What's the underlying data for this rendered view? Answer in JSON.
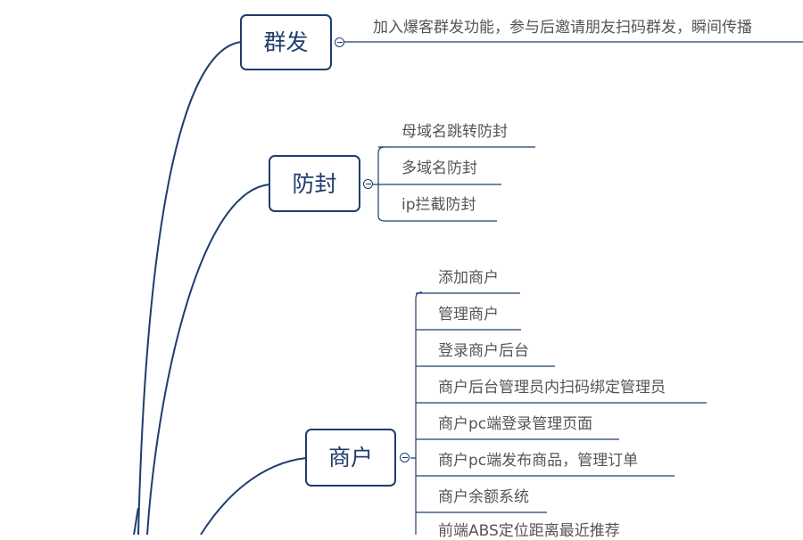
{
  "branches": [
    {
      "id": "qunfa",
      "label": "群发",
      "items": [
        "加入爆客群发功能，参与后邀请朋友扫码群发，瞬间传播"
      ]
    },
    {
      "id": "fangfeng",
      "label": "防封",
      "items": [
        "母域名跳转防封",
        "多域名防封",
        "ip拦截防封"
      ]
    },
    {
      "id": "shanghu",
      "label": "商户",
      "items": [
        "添加商户",
        "管理商户",
        "登录商户后台",
        "商户后台管理员内扫码绑定管理员",
        "商户pc端登录管理页面",
        "商户pc端发布商品，管理订单",
        "商户余额系统",
        "前端ABS定位距离最近推荐"
      ]
    }
  ],
  "colors": {
    "line": "#1f3d6d",
    "leaf_text": "#555555",
    "node_border": "#1f3d6d"
  }
}
